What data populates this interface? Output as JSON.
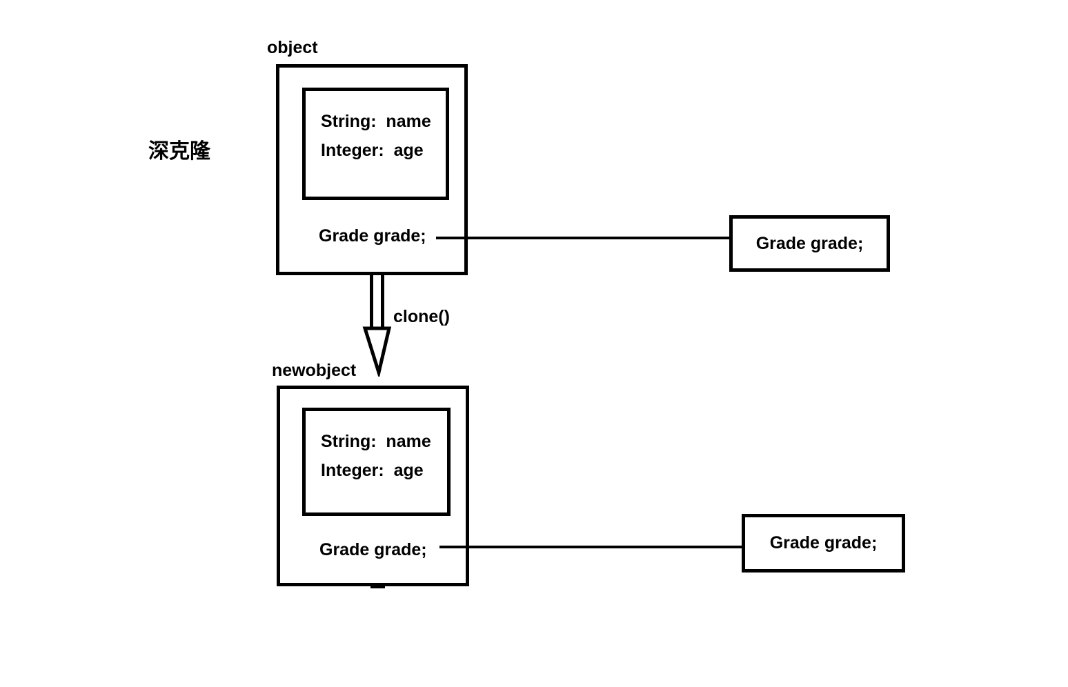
{
  "page": {
    "background_color": "#ffffff",
    "ink_color": "#000000"
  },
  "diagram": {
    "title": "深克隆",
    "clone_arrow_label": "clone()"
  },
  "object_node": {
    "title": "object",
    "fields": [
      "String:  name",
      "Integer:  age"
    ],
    "reference_field": "Grade grade;",
    "referenced_box_label": "Grade grade;"
  },
  "newobject_node": {
    "title": "newobject",
    "fields": [
      "String:  name",
      "Integer:  age"
    ],
    "reference_field": "Grade grade;",
    "referenced_box_label": "Grade grade;"
  }
}
